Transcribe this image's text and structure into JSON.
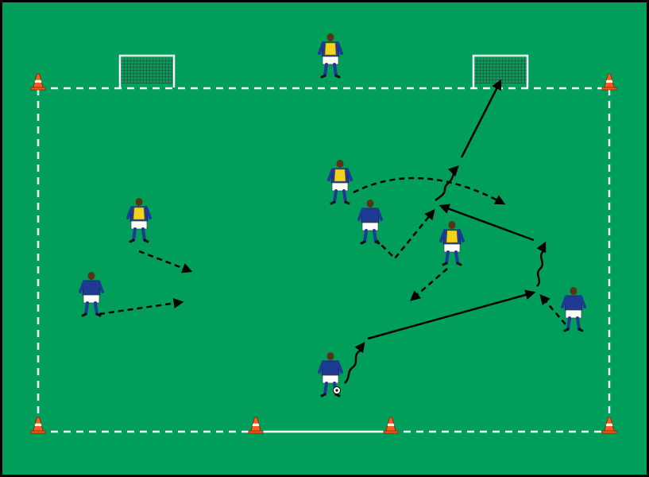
{
  "pitch": {
    "field_color": "#009e5a",
    "border_color": "#000000",
    "boundary_color": "#ffffff",
    "cone_color": "#ff5a1f",
    "shirt_color": "#1f3a93",
    "bib_color": "#f2d21b",
    "shorts_color": "#ffffff"
  },
  "elements": {
    "goals": [
      "mini-goal-left",
      "mini-goal-right"
    ],
    "cones": [
      "cone-top-left",
      "cone-top-right",
      "cone-bottom-left",
      "cone-bottom-mid-left",
      "cone-bottom-mid-right",
      "cone-bottom-right"
    ],
    "players_blue": [
      "blue-player-left",
      "blue-player-center",
      "blue-player-bottom-ball",
      "blue-player-right"
    ],
    "players_bib": [
      "bib-player-goalkeeper",
      "bib-player-left",
      "bib-player-center",
      "bib-player-right"
    ],
    "legend": {
      "solid_arrow": "pass",
      "dashed_arrow": "run",
      "wavy_arrow": "dribble"
    }
  }
}
